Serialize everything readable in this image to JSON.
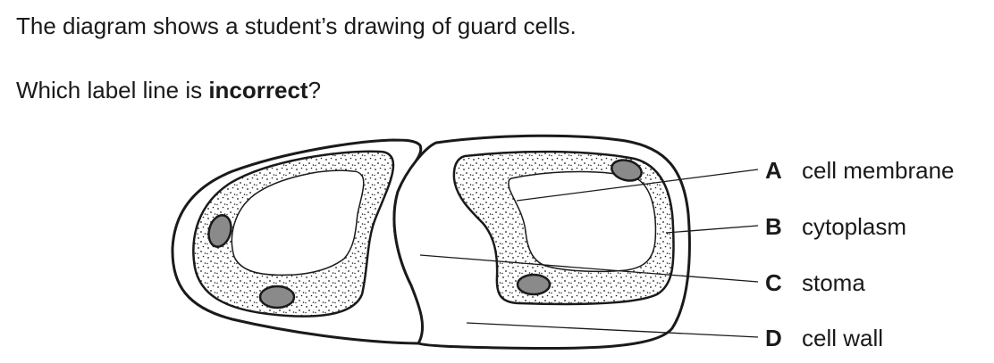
{
  "question": {
    "line1": "The diagram shows a student’s drawing of guard cells.",
    "line2_before": "Which label line is ",
    "line2_bold": "incorrect",
    "line2_after": "?"
  },
  "labels": [
    {
      "letter": "A",
      "text": "cell membrane"
    },
    {
      "letter": "B",
      "text": "cytoplasm"
    },
    {
      "letter": "C",
      "text": "stoma"
    },
    {
      "letter": "D",
      "text": "cell wall"
    }
  ],
  "colors": {
    "ink": "#1a1a1a",
    "chloroplast_fill": "#8a8a8a",
    "background": "#ffffff"
  }
}
